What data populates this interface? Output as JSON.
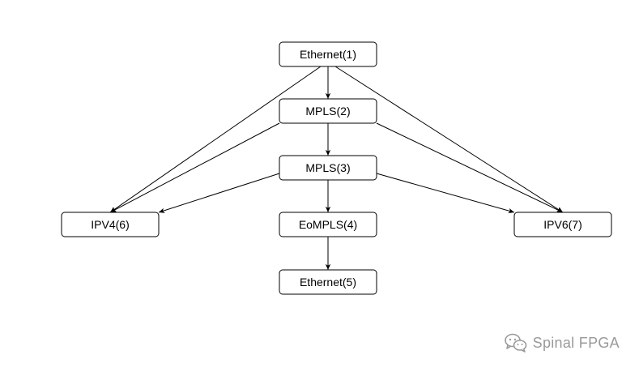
{
  "diagram": {
    "nodes": [
      {
        "id": "n1",
        "label": "Ethernet(1)"
      },
      {
        "id": "n2",
        "label": "MPLS(2)"
      },
      {
        "id": "n3",
        "label": "MPLS(3)"
      },
      {
        "id": "n4",
        "label": "EoMPLS(4)"
      },
      {
        "id": "n5",
        "label": "Ethernet(5)"
      },
      {
        "id": "n6",
        "label": "IPV4(6)"
      },
      {
        "id": "n7",
        "label": "IPV6(7)"
      }
    ],
    "edges": [
      {
        "from": "n1",
        "to": "n2"
      },
      {
        "from": "n1",
        "to": "n6"
      },
      {
        "from": "n1",
        "to": "n7"
      },
      {
        "from": "n2",
        "to": "n3"
      },
      {
        "from": "n2",
        "to": "n6"
      },
      {
        "from": "n2",
        "to": "n7"
      },
      {
        "from": "n3",
        "to": "n4"
      },
      {
        "from": "n3",
        "to": "n6"
      },
      {
        "from": "n3",
        "to": "n7"
      },
      {
        "from": "n4",
        "to": "n5"
      }
    ]
  },
  "watermark": {
    "text": "Spinal FPGA",
    "icon": "wechat-icon",
    "color": "#9a9a9a"
  }
}
